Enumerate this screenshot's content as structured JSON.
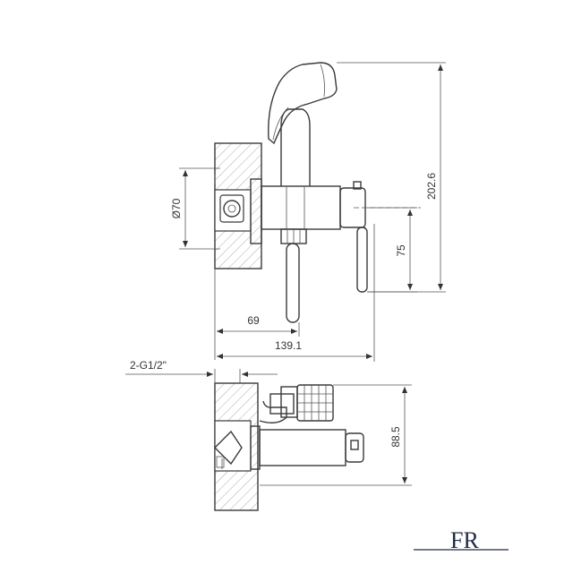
{
  "dimensions": {
    "diameter": "Ø70",
    "height_total": "202.6",
    "height_lever": "75",
    "depth_wall": "69",
    "depth_total": "139.1",
    "thread": "2-G1/2\"",
    "height_bottom": "88.5"
  },
  "logo": {
    "text": "FR"
  },
  "colors": {
    "line": "#3a3a3a",
    "hatch": "#8a8a8a",
    "logo": "#1f2a44"
  }
}
